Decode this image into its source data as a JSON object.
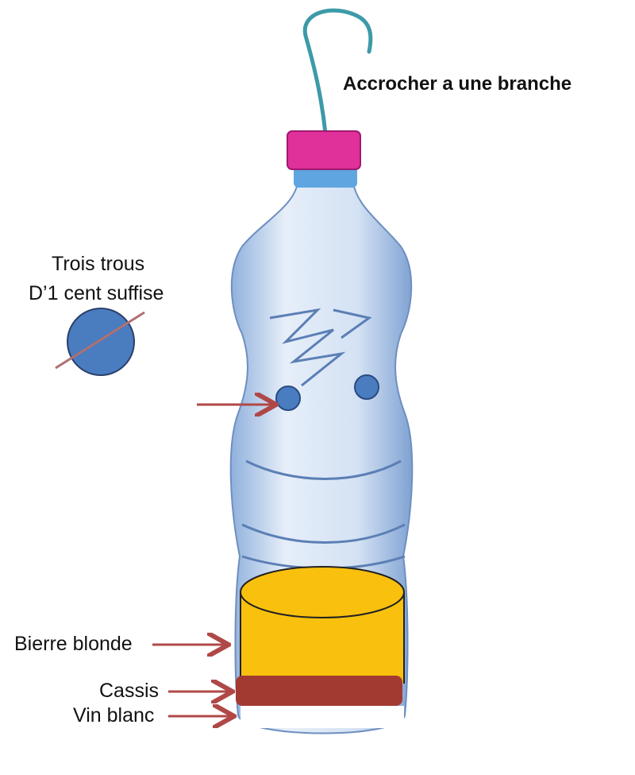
{
  "title": "Accrocher a une branche",
  "hole_note": {
    "line1": "Trois  trous",
    "line2": "D’1 cent  suffise"
  },
  "layers": [
    {
      "label": "Bierre blonde",
      "color": "#f9c10e"
    },
    {
      "label": "Cassis",
      "color": "#a33a32"
    },
    {
      "label": "Vin blanc",
      "color": "#ffffff"
    }
  ],
  "colors": {
    "cap": "#e0309a",
    "hole": "#4a7cc0",
    "arrow": "#b04848",
    "hook": "#3d9aa8",
    "bottle": "#c9daf0"
  }
}
